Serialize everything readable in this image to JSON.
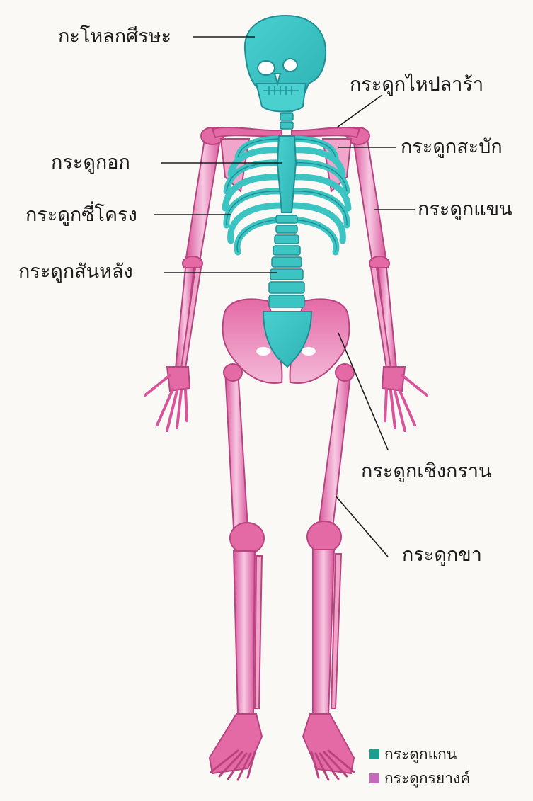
{
  "labels": {
    "skull": "กะโหลกศีรษะ",
    "clavicle": "กระดูกไหปลาร้า",
    "scapula": "กระดูกสะบัก",
    "sternum": "กระดูกอก",
    "ribs": "กระดูกซี่โครง",
    "arm": "กระดูกแขน",
    "spine": "กระดูกสันหลัง",
    "pelvis": "กระดูกเชิงกราน",
    "leg": "กระดูกขา"
  },
  "legend": {
    "axial": "กระดูกแกน",
    "appendicular": "กระดูกรยางค์"
  },
  "colors": {
    "axial": "#3cc4c2",
    "axial_dark": "#1f8f95",
    "appendicular": "#e46aa6",
    "appendicular_dark": "#b8437f",
    "leader_line": "#1b1b1b"
  }
}
